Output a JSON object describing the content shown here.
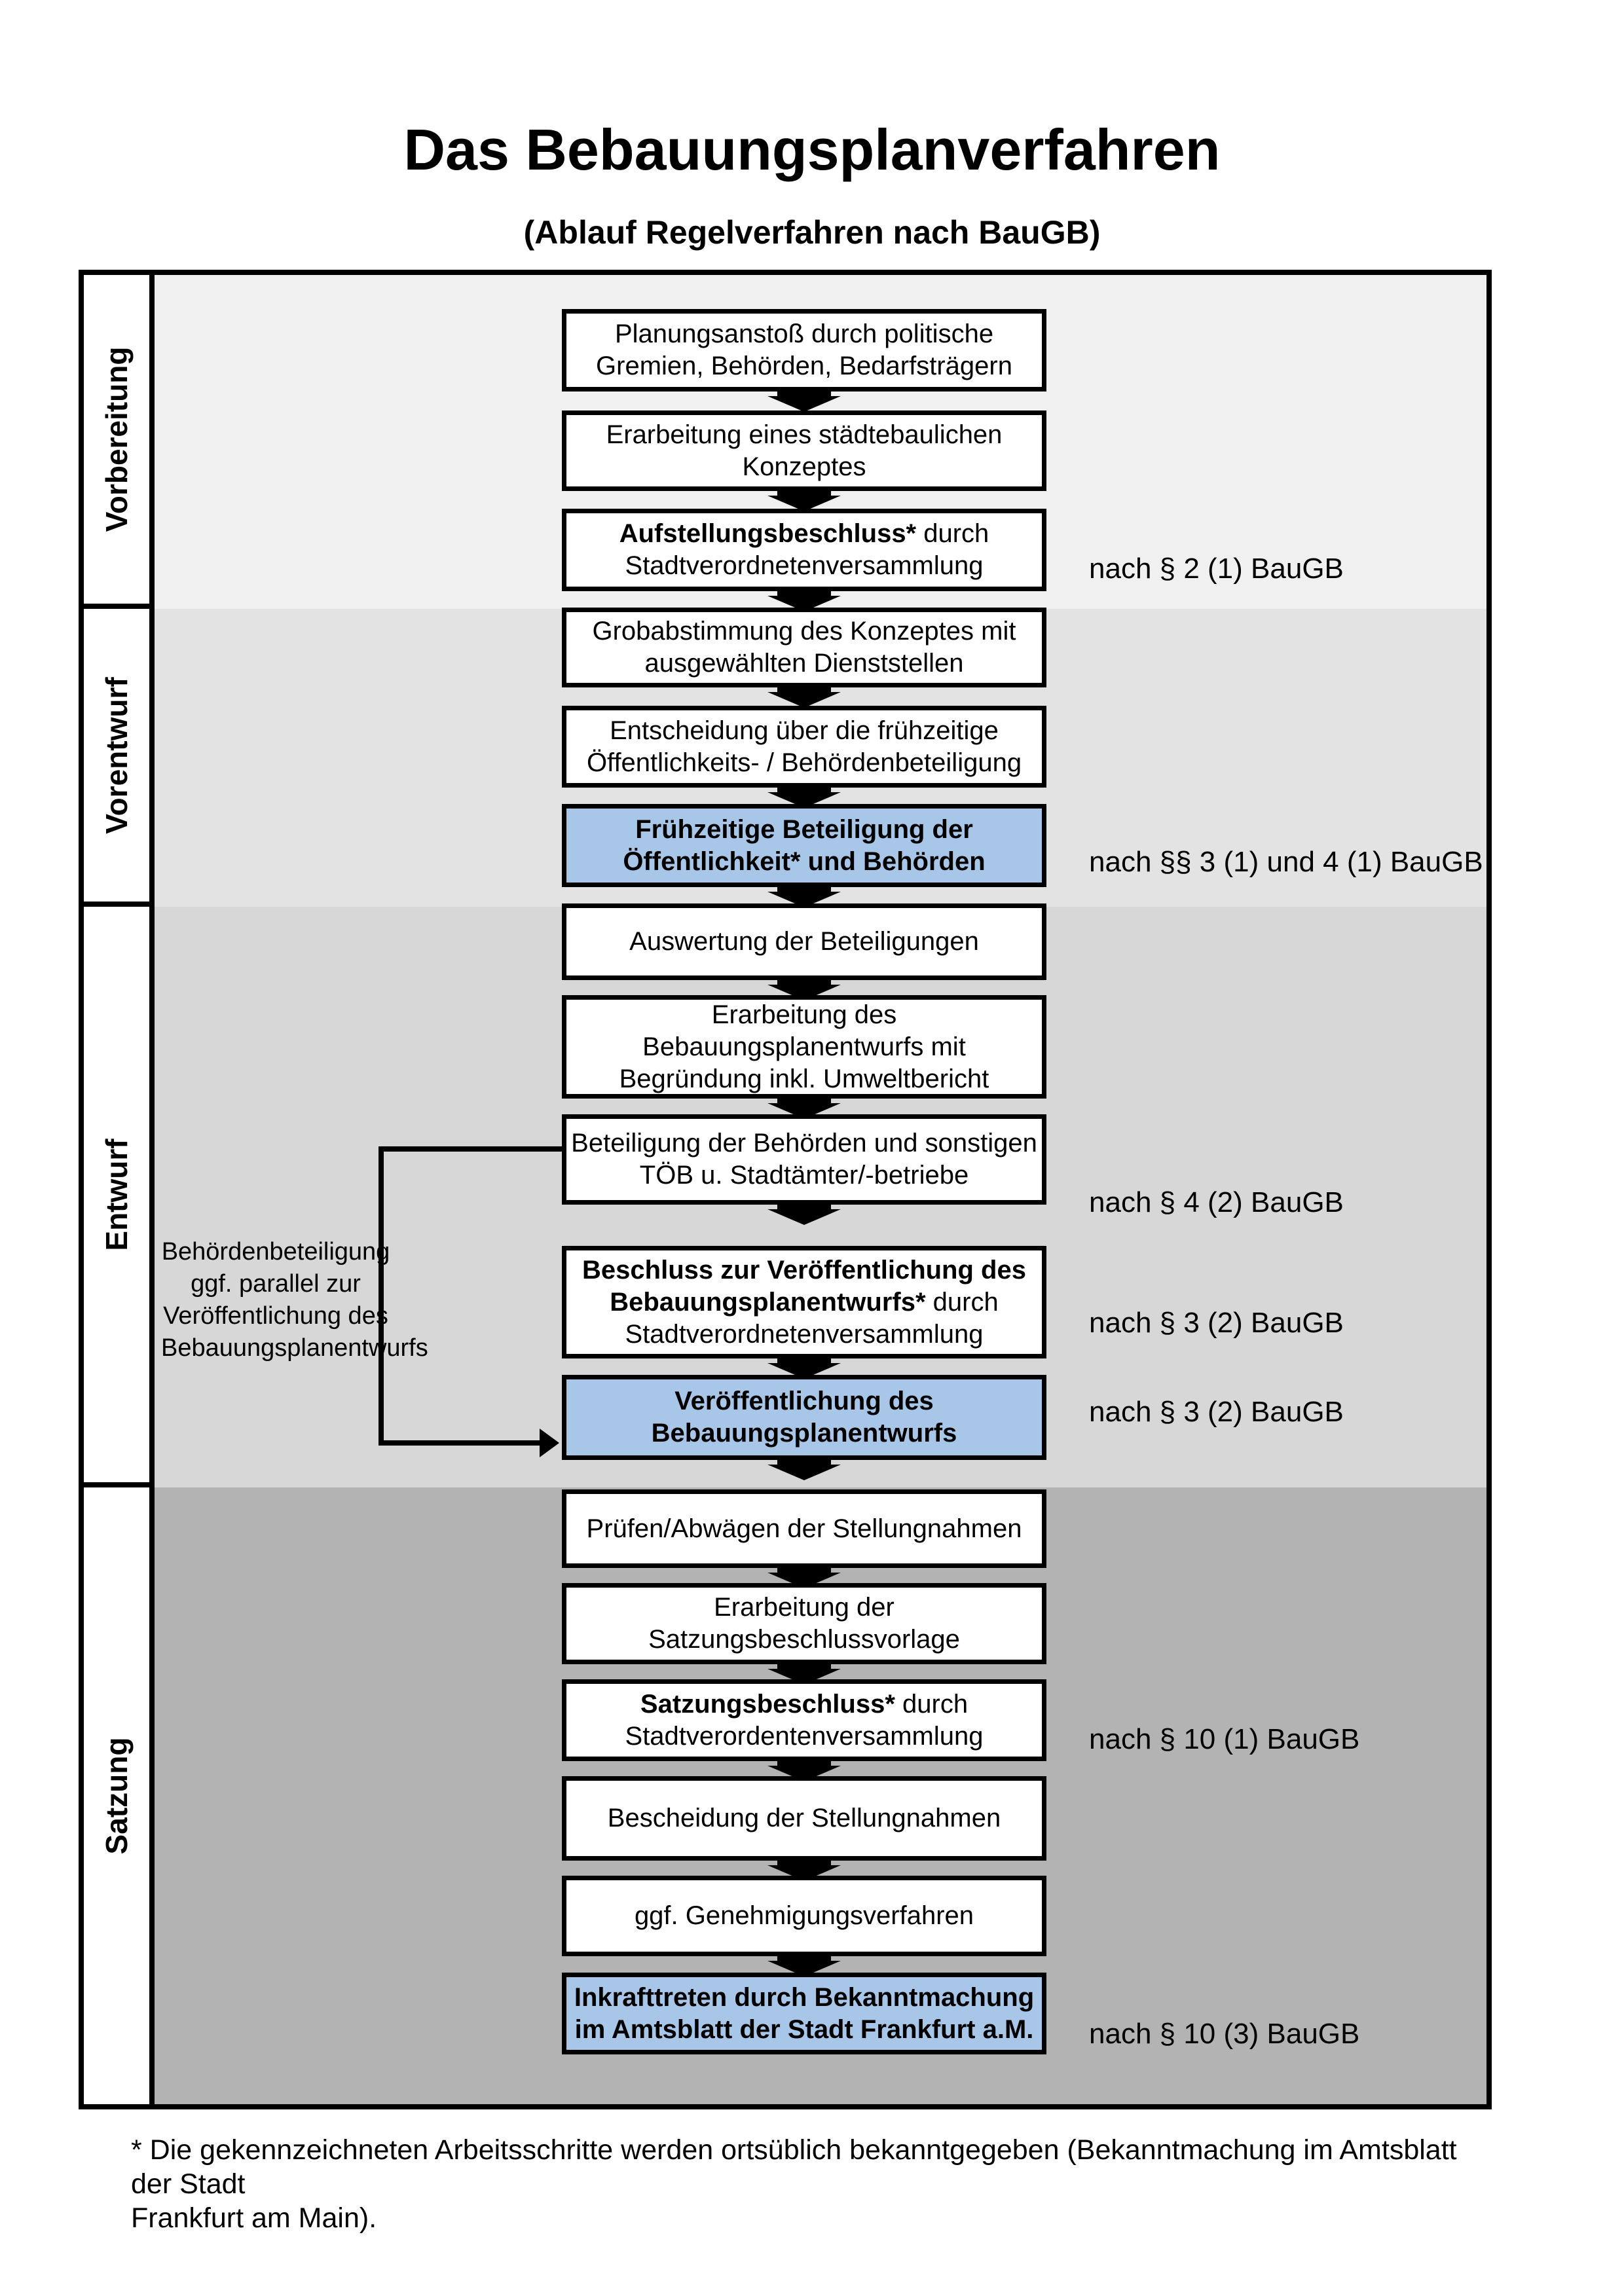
{
  "title": "Das Bebauungsplanverfahren",
  "subtitle": "(Ablauf Regelverfahren nach BauGB)",
  "phases": [
    {
      "label": "Vorbereitung"
    },
    {
      "label": "Vorentwurf"
    },
    {
      "label": "Entwurf"
    },
    {
      "label": "Satzung"
    }
  ],
  "flow": {
    "boxes": [
      {
        "style": "white",
        "segments": [
          {
            "text": "Planungsanstoß durch politische Gremien, Behörden, Bedarfsträgern",
            "bold": false
          }
        ]
      },
      {
        "style": "white",
        "segments": [
          {
            "text": "Erarbeitung eines städtebaulichen Konzeptes",
            "bold": false
          }
        ]
      },
      {
        "style": "white",
        "segments": [
          {
            "text": "Aufstellungsbeschluss*",
            "bold": true
          },
          {
            "text": " durch Stadtverordnetenversammlung",
            "bold": false
          }
        ]
      },
      {
        "style": "white",
        "segments": [
          {
            "text": "Grobabstimmung des Konzeptes mit ausgewählten Dienststellen",
            "bold": false
          }
        ]
      },
      {
        "style": "white",
        "segments": [
          {
            "text": "Entscheidung über die frühzeitige Öffentlichkeits- / Behördenbeteiligung",
            "bold": false
          }
        ]
      },
      {
        "style": "blue",
        "segments": [
          {
            "text": "Frühzeitige Beteiligung der Öffentlichkeit* und Behörden",
            "bold": true
          }
        ]
      },
      {
        "style": "white",
        "segments": [
          {
            "text": "Auswertung der Beteiligungen",
            "bold": false
          }
        ]
      },
      {
        "style": "white",
        "segments": [
          {
            "text": "Erarbeitung des Bebauungsplanentwurfs mit Begründung inkl. Umweltbericht",
            "bold": false
          }
        ]
      },
      {
        "style": "white",
        "segments": [
          {
            "text": "Beteiligung der Behörden und sonstigen TÖB u. Stadtämter/-betriebe",
            "bold": false
          }
        ]
      },
      {
        "style": "white",
        "segments": [
          {
            "text": "Beschluss zur Veröffentlichung des Bebauungsplanentwurfs*",
            "bold": true
          },
          {
            "text": " durch Stadtverordnetenversammlung",
            "bold": false
          }
        ]
      },
      {
        "style": "blue",
        "segments": [
          {
            "text": "Veröffentlichung des Bebauungsplanentwurfs",
            "bold": true
          }
        ]
      },
      {
        "style": "white",
        "segments": [
          {
            "text": "Prüfen/Abwägen der Stellungnahmen",
            "bold": false
          }
        ]
      },
      {
        "style": "white",
        "segments": [
          {
            "text": "Erarbeitung der Satzungsbeschlussvorlage",
            "bold": false
          }
        ]
      },
      {
        "style": "white",
        "segments": [
          {
            "text": "Satzungsbeschluss*",
            "bold": true
          },
          {
            "text": " durch Stadtverordentenversammlung",
            "bold": false
          }
        ]
      },
      {
        "style": "white",
        "segments": [
          {
            "text": "Bescheidung der Stellungnahmen",
            "bold": false
          }
        ]
      },
      {
        "style": "white",
        "segments": [
          {
            "text": "ggf. Genehmigungsverfahren",
            "bold": false
          }
        ]
      },
      {
        "style": "blue",
        "segments": [
          {
            "text": "Inkrafttreten",
            "bold": true
          },
          {
            "text": " durch Bekanntmachung im Amtsblatt der Stadt Frankfurt a.M.",
            "bold": false
          }
        ]
      }
    ]
  },
  "annotations": [
    {
      "text": "nach § 2 (1) BauGB"
    },
    {
      "text": "nach §§ 3 (1) und 4 (1) BauGB"
    },
    {
      "text": "nach § 4 (2) BauGB"
    },
    {
      "text": "nach § 3 (2) BauGB"
    },
    {
      "text": "nach § 3 (2) BauGB"
    },
    {
      "text": "nach § 10 (1) BauGB"
    },
    {
      "text": "nach § 10 (3) BauGB"
    }
  ],
  "side_note": {
    "lines": [
      "Behördenbeteiligung",
      "ggf. parallel zur",
      "Veröffentlichung des",
      "Bebauungsplanentwurfs"
    ]
  },
  "footnote": {
    "lines": [
      "* Die gekennzeichneten Arbeitsschritte werden ortsüblich bekanntgegeben (Bekanntmachung im Amtsblatt der Stadt",
      "Frankfurt am Main)."
    ]
  },
  "colors": {
    "highlight_box": "#A8C6E8",
    "band_vorbereitung": "#F0F0F0",
    "band_vorentwurf": "#E3E3E3",
    "band_entwurf": "#D7D7D7",
    "band_satzung": "#B3B3B3",
    "line": "#000000"
  }
}
